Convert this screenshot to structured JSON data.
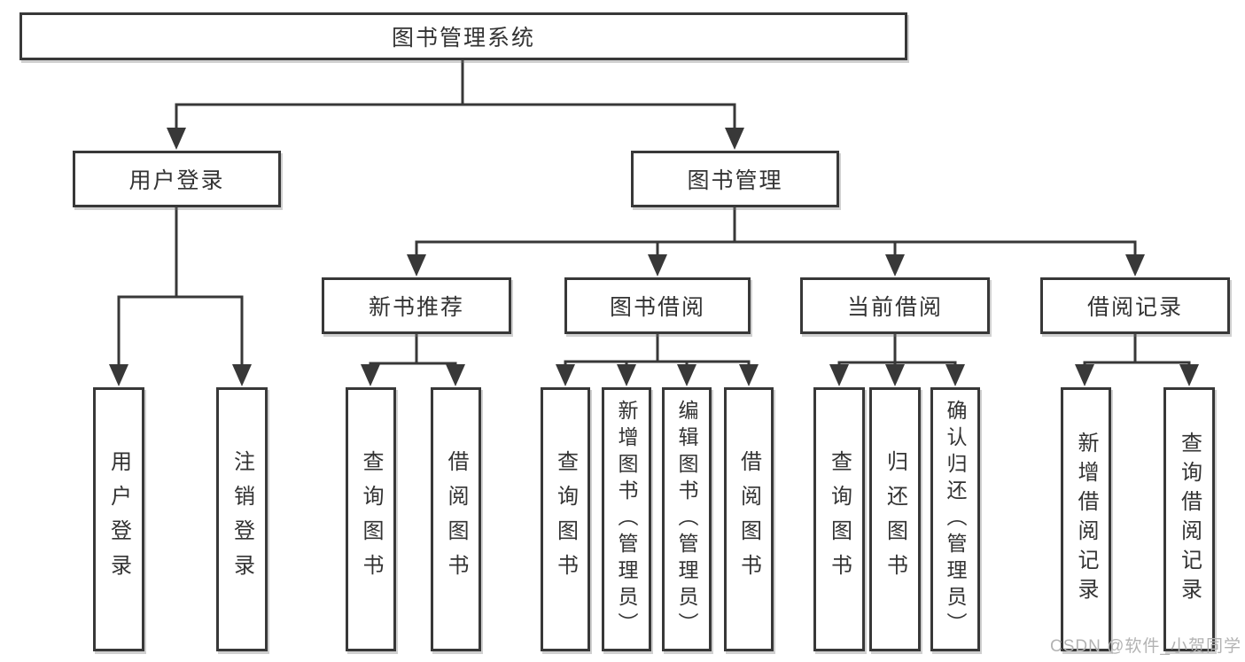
{
  "watermark": "CSDN @软件_小贺同学",
  "colors": {
    "line": "#383838",
    "box_border": "#383838",
    "box_fill": "#ffffff",
    "text": "#333333",
    "watermark": "#b3b3b3"
  },
  "nodes": {
    "root": "图书管理系统",
    "user_login": "用户登录",
    "book_management": "图书管理",
    "new_book_recommend": "新书推荐",
    "book_borrowing": "图书借阅",
    "current_borrowing": "当前借阅",
    "borrowing_records": "借阅记录",
    "leaves": {
      "user_login": "用户登录",
      "logout": "注销登录",
      "nb_query_books": "查询图书",
      "nb_borrow_books": "借阅图书",
      "bb_query_books": "查询图书",
      "bb_add_books": "新增图书（管理员）",
      "bb_edit_books": "编辑图书（管理员）",
      "bb_borrow_books": "借阅图书",
      "cb_query_books": "查询图书",
      "cb_return_books": "归还图书",
      "cb_confirm_return": "确认归还（管理员）",
      "br_add_record": "新增借阅记录",
      "br_query_record": "查询借阅记录"
    }
  }
}
